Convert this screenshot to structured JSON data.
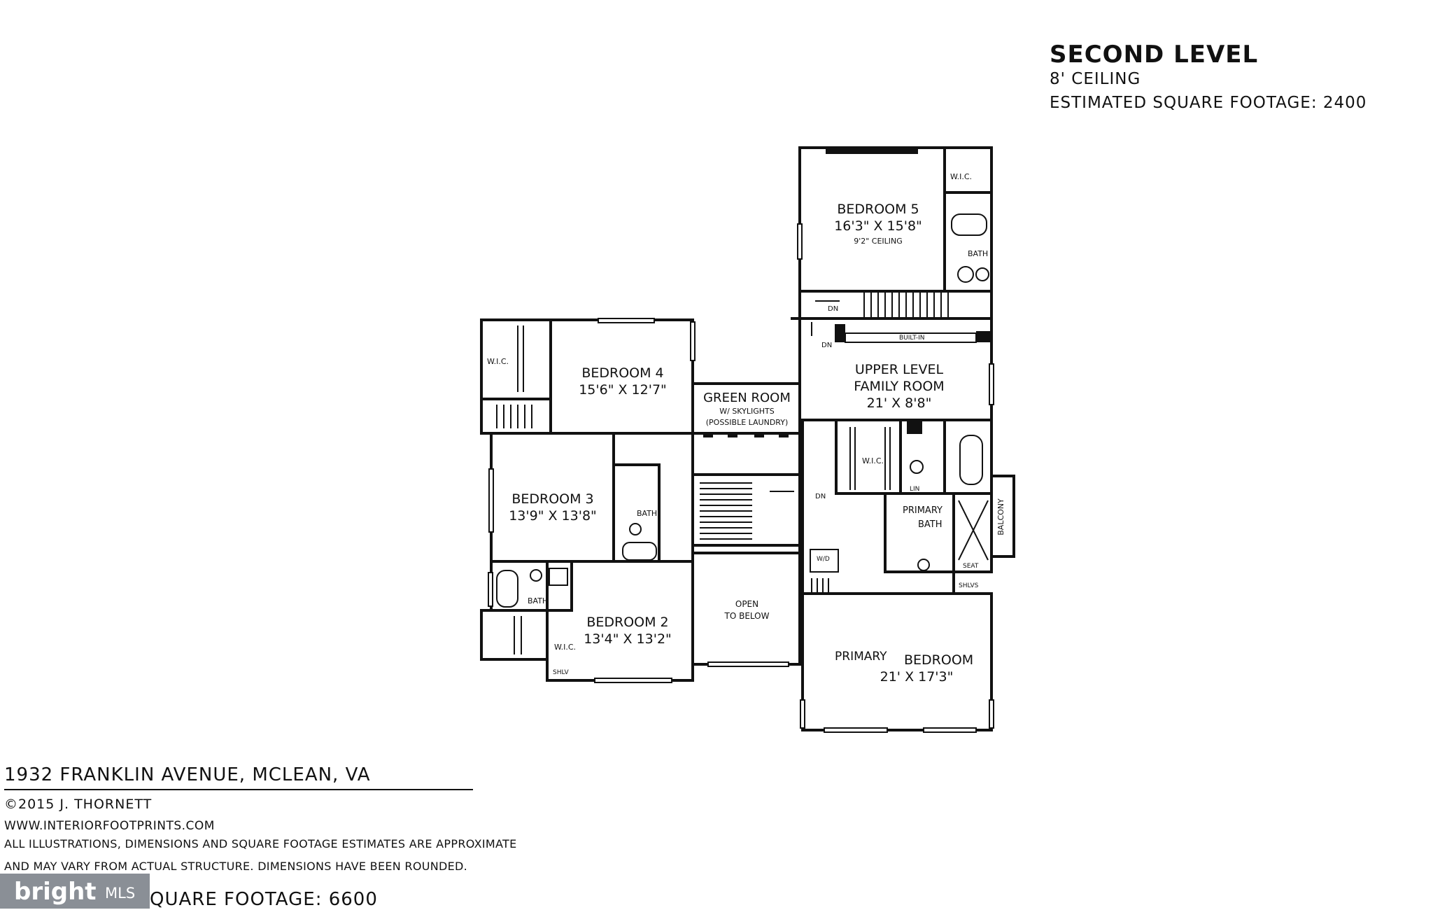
{
  "header": {
    "title": "SECOND LEVEL",
    "ceiling": "8' CEILING",
    "sqft": "ESTIMATED SQUARE FOOTAGE: 2400"
  },
  "rooms": {
    "bedroom5": {
      "name": "BEDROOM 5",
      "dims": "16'3\" X 15'8\"",
      "note": "9'2\" CEILING"
    },
    "bedroom4": {
      "name": "BEDROOM 4",
      "dims": "15'6\" X 12'7\""
    },
    "bedroom3": {
      "name": "BEDROOM 3",
      "dims": "13'9\" X 13'8\""
    },
    "bedroom2": {
      "name": "BEDROOM 2",
      "dims": "13'4\" X 13'2\""
    },
    "green_room": {
      "name": "GREEN ROOM",
      "note1": "W/ SKYLIGHTS",
      "note2": "(POSSIBLE LAUNDRY)"
    },
    "family_room": {
      "line1": "UPPER LEVEL",
      "line2": "FAMILY ROOM",
      "dims": "21' X 8'8\""
    },
    "primary_bedroom": {
      "label1": "PRIMARY",
      "label2": "BEDROOM",
      "dims": "21' X 17'3\""
    },
    "primary_bath": {
      "line1": "PRIMARY",
      "line2": "BATH"
    },
    "open": {
      "line1": "OPEN",
      "line2": "TO BELOW"
    }
  },
  "labels": {
    "wic": "W.I.C.",
    "bath": "BATH",
    "dn": "DN",
    "built_in": "BUILT-IN",
    "lin": "LIN",
    "wd": "W/D",
    "seat": "SEAT",
    "shlvs": "SHLVS",
    "shlv": "SHLV",
    "balcony": "BALCONY"
  },
  "footer": {
    "address": "1932 FRANKLIN AVENUE, MCLEAN, VA",
    "copyright": "©2015 J.  THORNETT",
    "website": "WWW.INTERIORFOOTPRINTS.COM",
    "disclaimer1": "ALL ILLUSTRATIONS, DIMENSIONS AND SQUARE FOOTAGE ESTIMATES ARE APPROXIMATE",
    "disclaimer2": "AND MAY VARY FROM ACTUAL STRUCTURE. DIMENSIONS HAVE BEEN ROUNDED.",
    "total": "QUARE FOOTAGE: 6600"
  },
  "watermark": {
    "brand": "bright",
    "mls": "MLS"
  }
}
